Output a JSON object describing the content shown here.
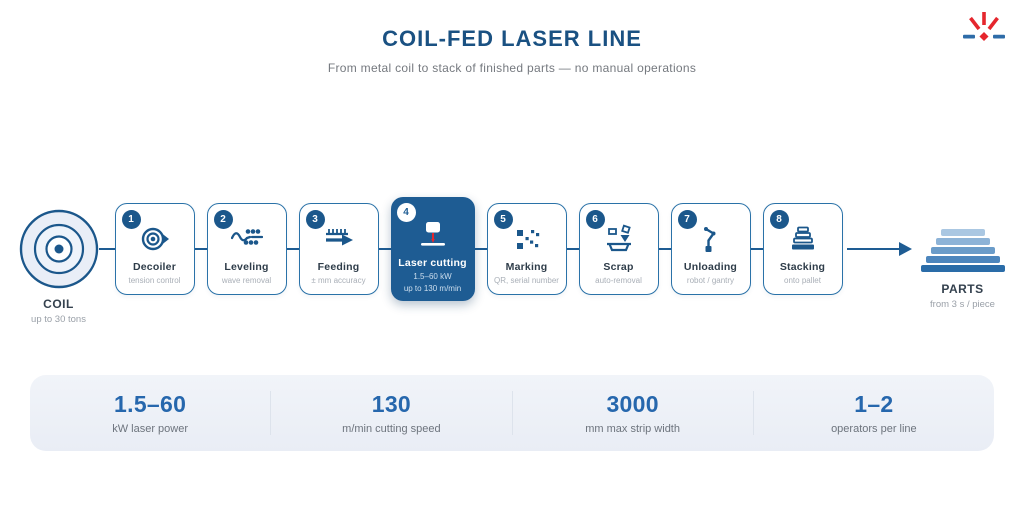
{
  "header": {
    "title": "COIL-FED LASER LINE",
    "subtitle": "From metal coil to stack of finished parts — no manual operations"
  },
  "logo_icon": "laser-beam-logo-icon",
  "input": {
    "label": "COIL",
    "sublabel": "up to 30 tons",
    "icon": "coil-icon"
  },
  "steps": [
    {
      "num": "1",
      "label": "Decoiler",
      "sublabel": "tension control",
      "icon": "decoiler-icon"
    },
    {
      "num": "2",
      "label": "Leveling",
      "sublabel": "wave removal",
      "icon": "leveling-rollers-icon"
    },
    {
      "num": "3",
      "label": "Feeding",
      "sublabel": "± mm accuracy",
      "icon": "feeding-ruler-arrow-icon"
    },
    {
      "num": "4",
      "label": "Laser cutting",
      "sublabel": "1.5–60 kW",
      "sublabel2": "up to 130 m/min",
      "icon": "laser-head-icon",
      "highlighted": true
    },
    {
      "num": "5",
      "label": "Marking",
      "sublabel": "QR, serial number",
      "icon": "qr-code-icon"
    },
    {
      "num": "6",
      "label": "Scrap",
      "sublabel": "auto-removal",
      "icon": "scrap-bin-icon"
    },
    {
      "num": "7",
      "label": "Unloading",
      "sublabel": "robot / gantry",
      "icon": "robot-arm-icon"
    },
    {
      "num": "8",
      "label": "Stacking",
      "sublabel": "onto pallet",
      "icon": "stack-layers-icon"
    }
  ],
  "output": {
    "label": "PARTS",
    "sublabel": "from 3 s / piece",
    "icon": "parts-stack-icon"
  },
  "stats": [
    {
      "value": "1.5–60",
      "label": "kW laser power"
    },
    {
      "value": "130",
      "label": "m/min cutting speed"
    },
    {
      "value": "3000",
      "label": "mm max strip width"
    },
    {
      "value": "1–2",
      "label": "operators per line"
    }
  ],
  "colors": {
    "title_blue": "#1a5182",
    "card_border_blue": "#2a72a8",
    "badge_blue": "#1b578b",
    "highlight_card_blue": "#1e5c93",
    "stat_value_blue": "#2667ad",
    "laser_red": "#e5262d",
    "logo_blue": "#2e6ca8",
    "muted_gray": "#9aa0a8",
    "stats_bar_bg": "#edf1f7",
    "coil_fill": "#e9eef7",
    "parts_bar_gradient": [
      "#aac7e2",
      "#8db3d7",
      "#6b9cc9",
      "#4d86bd",
      "#2a6ca8"
    ]
  }
}
